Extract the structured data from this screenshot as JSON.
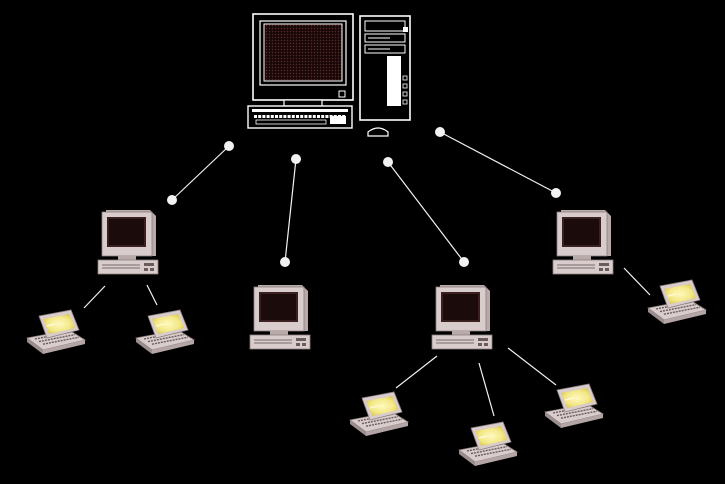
{
  "diagram": {
    "background": "#000000",
    "colors": {
      "link": "#f2f2f2",
      "node": "#f2f2f2",
      "desktop_case": "#d8cccc",
      "desktop_screen": "#1a0808",
      "laptop_screen": "#f3e886",
      "server_outline": "#ffffff",
      "server_body": "#000000"
    },
    "nodes": [
      {
        "id": "server",
        "kind": "server",
        "icon": "desktop-tower-server-icon"
      },
      {
        "id": "desk-a",
        "kind": "desktop",
        "icon": "desktop-computer-icon"
      },
      {
        "id": "desk-b",
        "kind": "desktop",
        "icon": "desktop-computer-icon"
      },
      {
        "id": "desk-c",
        "kind": "desktop",
        "icon": "desktop-computer-icon"
      },
      {
        "id": "desk-d",
        "kind": "desktop",
        "icon": "desktop-computer-icon"
      },
      {
        "id": "lap-a1",
        "kind": "laptop",
        "icon": "laptop-icon"
      },
      {
        "id": "lap-a2",
        "kind": "laptop",
        "icon": "laptop-icon"
      },
      {
        "id": "lap-c1",
        "kind": "laptop",
        "icon": "laptop-icon"
      },
      {
        "id": "lap-c2",
        "kind": "laptop",
        "icon": "laptop-icon"
      },
      {
        "id": "lap-c3",
        "kind": "laptop",
        "icon": "laptop-icon"
      },
      {
        "id": "lap-d1",
        "kind": "laptop",
        "icon": "laptop-icon"
      }
    ],
    "links": [
      {
        "from": "server",
        "to": "desk-a",
        "style": "dotted-ends"
      },
      {
        "from": "server",
        "to": "desk-b",
        "style": "dotted-ends"
      },
      {
        "from": "server",
        "to": "desk-c",
        "style": "dotted-ends"
      },
      {
        "from": "server",
        "to": "desk-d",
        "style": "dotted-ends"
      },
      {
        "from": "desk-a",
        "to": "lap-a1",
        "style": "plain"
      },
      {
        "from": "desk-a",
        "to": "lap-a2",
        "style": "plain"
      },
      {
        "from": "desk-c",
        "to": "lap-c1",
        "style": "plain"
      },
      {
        "from": "desk-c",
        "to": "lap-c2",
        "style": "plain"
      },
      {
        "from": "desk-c",
        "to": "lap-c3",
        "style": "plain"
      },
      {
        "from": "desk-d",
        "to": "lap-d1",
        "style": "plain"
      }
    ]
  }
}
